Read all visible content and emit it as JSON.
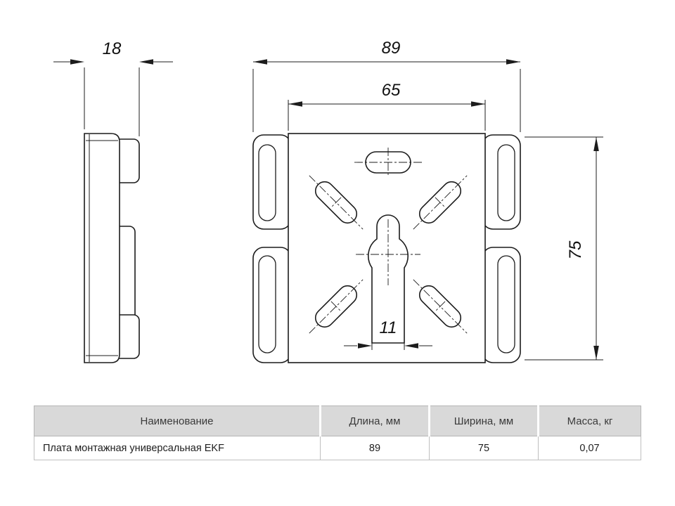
{
  "drawing": {
    "dimensions": {
      "side_thickness": "18",
      "overall_width": "89",
      "inner_width": "65",
      "overall_height": "75",
      "slot_width": "11"
    }
  },
  "table": {
    "headers": [
      "Наименование",
      "Длина, мм",
      "Ширина, мм",
      "Масса, кг"
    ],
    "row": {
      "name": "Плата монтажная универсальная EKF",
      "length": "89",
      "width": "75",
      "mass": "0,07"
    }
  }
}
